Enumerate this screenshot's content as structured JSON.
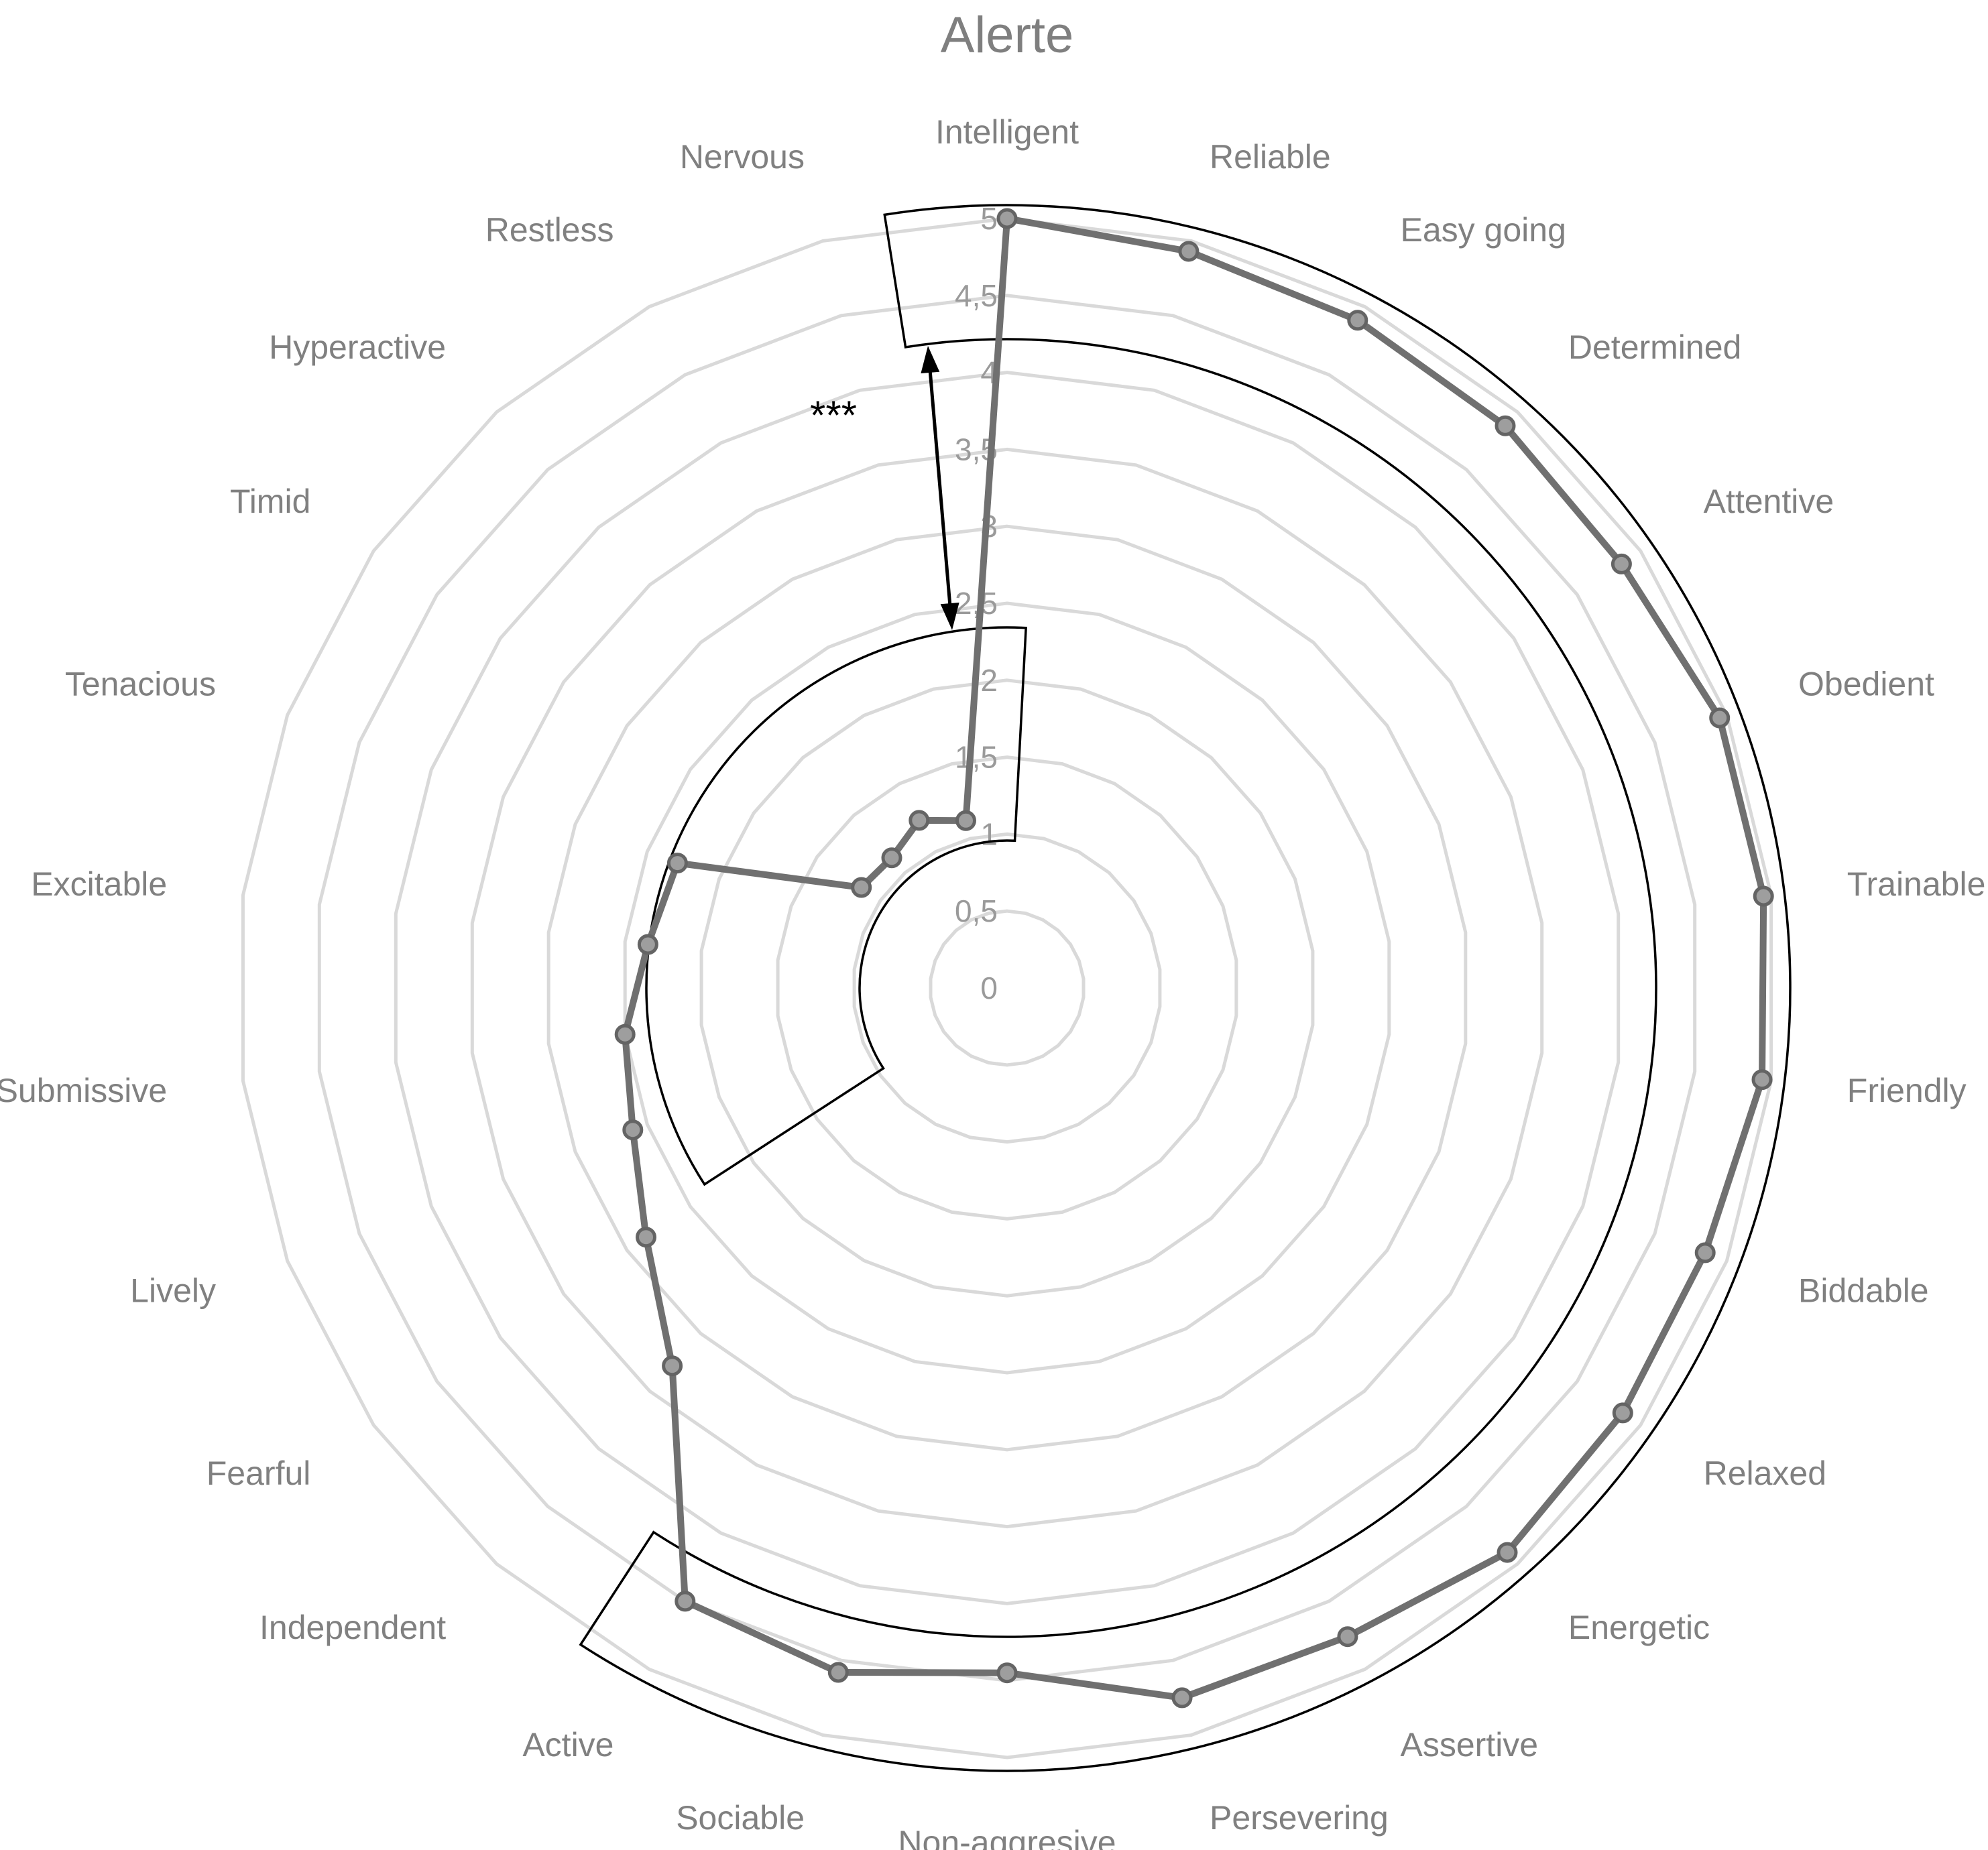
{
  "chart_data": {
    "type": "radar",
    "title": "Alerte",
    "categories": [
      "Intelligent",
      "Reliable",
      "Easy going",
      "Determined",
      "Attentive",
      "Obedient",
      "Trainable",
      "Friendly",
      "Biddable",
      "Relaxed",
      "Energetic",
      "Assertive",
      "Persevering",
      "Non-aggresive",
      "Sociable",
      "Active",
      "Independent",
      "Fearful",
      "Lively",
      "Submissive",
      "Excitable",
      "Tenacious",
      "Timid",
      "Hyperactive",
      "Restless",
      "Nervous"
    ],
    "series": [
      {
        "values": [
          5.0,
          4.93,
          4.9,
          4.88,
          4.85,
          4.95,
          4.95,
          4.94,
          4.85,
          4.86,
          4.9,
          4.76,
          4.75,
          4.45,
          4.58,
          4.5,
          3.28,
          2.85,
          2.6,
          2.5,
          2.35,
          2.29,
          1.15,
          1.13,
          1.23,
          1.12
        ]
      }
    ],
    "r_axis": {
      "min": 0,
      "max": 5,
      "ticks": [
        "0",
        "0,5",
        "1",
        "1,5",
        "2",
        "2,5",
        "3",
        "3,5",
        "4",
        "4,5",
        "5"
      ]
    },
    "annotations": [
      {
        "text": "***"
      }
    ],
    "grid": true,
    "legend": "none",
    "colors": {
      "series": "#707070",
      "marker_fill": "#9e9e9e",
      "grid": "#d9d9d9",
      "text": "#808080",
      "outline": "#000000"
    }
  }
}
